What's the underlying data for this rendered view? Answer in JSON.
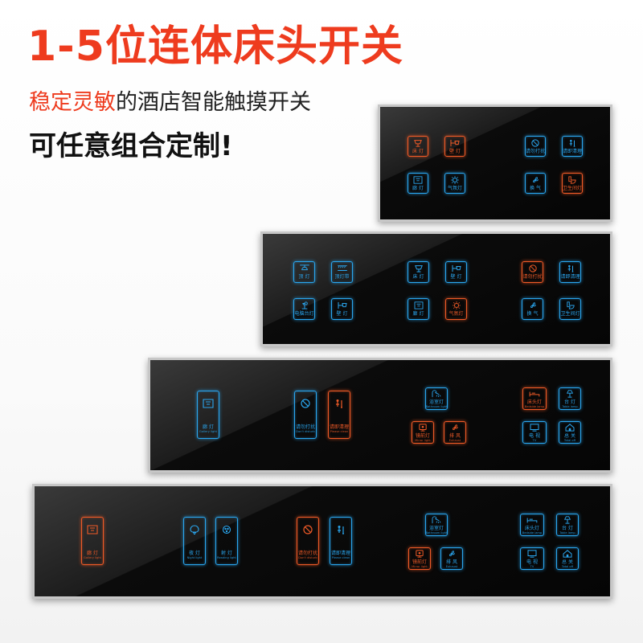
{
  "header": {
    "headline": "1-5位连体床头开关",
    "sub1_highlight": "稳定灵敏",
    "sub1_rest": "的酒店智能触摸开关",
    "sub2": "可任意组合定制!"
  },
  "colors": {
    "blue": "#2aa6ef",
    "orange": "#ef5a27",
    "headline": "#ee3b1e"
  },
  "panels": [
    {
      "name": "panel-1",
      "keys": [
        {
          "cn": "床 灯",
          "en": "",
          "color": "orange",
          "icon": "lamp-icon"
        },
        {
          "cn": "壁 灯",
          "en": "",
          "color": "orange",
          "icon": "wall-lamp-icon"
        },
        {
          "cn": "请勿打扰",
          "en": "",
          "color": "blue",
          "icon": "no-disturb-icon"
        },
        {
          "cn": "请即清理",
          "en": "",
          "color": "blue",
          "icon": "clean-icon"
        },
        {
          "cn": "廊 灯",
          "en": "",
          "color": "blue",
          "icon": "corridor-lamp-icon"
        },
        {
          "cn": "气氛灯",
          "en": "",
          "color": "blue",
          "icon": "ambient-lamp-icon"
        },
        {
          "cn": "换 气",
          "en": "",
          "color": "blue",
          "icon": "fan-icon"
        },
        {
          "cn": "卫生间灯",
          "en": "",
          "color": "orange",
          "icon": "toilet-icon"
        }
      ]
    },
    {
      "name": "panel-2",
      "keys": [
        {
          "cn": "顶 灯",
          "en": "",
          "color": "blue",
          "icon": "ceiling-lamp-icon"
        },
        {
          "cn": "顶灯带",
          "en": "",
          "color": "blue",
          "icon": "light-strip-icon"
        },
        {
          "cn": "床 灯",
          "en": "",
          "color": "blue",
          "icon": "lamp-icon"
        },
        {
          "cn": "壁 灯",
          "en": "",
          "color": "blue",
          "icon": "wall-lamp-icon"
        },
        {
          "cn": "请勿打扰",
          "en": "",
          "color": "orange",
          "icon": "no-disturb-icon"
        },
        {
          "cn": "请即清理",
          "en": "",
          "color": "blue",
          "icon": "clean-icon"
        },
        {
          "cn": "电脑台灯",
          "en": "",
          "color": "blue",
          "icon": "desk-lamp-icon"
        },
        {
          "cn": "壁 灯",
          "en": "",
          "color": "blue",
          "icon": "wall-lamp-icon"
        },
        {
          "cn": "廊 灯",
          "en": "",
          "color": "blue",
          "icon": "corridor-lamp-icon"
        },
        {
          "cn": "气氛灯",
          "en": "",
          "color": "orange",
          "icon": "ambient-lamp-icon"
        },
        {
          "cn": "换 气",
          "en": "",
          "color": "blue",
          "icon": "fan-icon"
        },
        {
          "cn": "卫生间灯",
          "en": "",
          "color": "blue",
          "icon": "toilet-icon"
        }
      ]
    },
    {
      "name": "panel-3",
      "keys": [
        {
          "cn": "廊 灯",
          "en": "Gallery light",
          "color": "blue",
          "icon": "corridor-lamp-icon"
        },
        {
          "cn": "请勿打扰",
          "en": "Don't disturb",
          "color": "blue",
          "icon": "no-disturb-icon"
        },
        {
          "cn": "请即清理",
          "en": "Please clean",
          "color": "orange",
          "icon": "clean-icon"
        },
        {
          "cn": "浴室灯",
          "en": "Bathroom light",
          "color": "blue",
          "icon": "shower-icon"
        },
        {
          "cn": "镜前灯",
          "en": "Mirror light",
          "color": "orange",
          "icon": "mirror-icon"
        },
        {
          "cn": "排 风",
          "en": "Exhaust",
          "color": "orange",
          "icon": "fan-icon"
        },
        {
          "cn": "床头灯",
          "en": "Bedside lamp",
          "color": "orange",
          "icon": "bed-icon"
        },
        {
          "cn": "台 灯",
          "en": "Table lamp",
          "color": "blue",
          "icon": "table-lamp-icon"
        },
        {
          "cn": "电 视",
          "en": "TV",
          "color": "blue",
          "icon": "tv-icon"
        },
        {
          "cn": "总 关",
          "en": "Total off",
          "color": "blue",
          "icon": "home-icon"
        }
      ]
    },
    {
      "name": "panel-4",
      "keys": [
        {
          "cn": "廊 灯",
          "en": "Gallery light",
          "color": "orange",
          "icon": "corridor-lamp-icon"
        },
        {
          "cn": "夜 灯",
          "en": "Night light",
          "color": "blue",
          "icon": "night-lamp-icon"
        },
        {
          "cn": "射 灯",
          "en": "Reading light",
          "color": "blue",
          "icon": "spot-lamp-icon"
        },
        {
          "cn": "请勿打扰",
          "en": "Don't disturb",
          "color": "orange",
          "icon": "no-disturb-icon"
        },
        {
          "cn": "请即清理",
          "en": "Please clean",
          "color": "blue",
          "icon": "clean-icon"
        },
        {
          "cn": "浴室灯",
          "en": "Bathroom light",
          "color": "blue",
          "icon": "shower-icon"
        },
        {
          "cn": "镜前灯",
          "en": "Mirror light",
          "color": "orange",
          "icon": "mirror-icon"
        },
        {
          "cn": "排 风",
          "en": "Exhaust",
          "color": "blue",
          "icon": "fan-icon"
        },
        {
          "cn": "床头灯",
          "en": "Bedside lamp",
          "color": "blue",
          "icon": "bed-icon"
        },
        {
          "cn": "台 灯",
          "en": "Table lamp",
          "color": "blue",
          "icon": "table-lamp-icon"
        },
        {
          "cn": "电 视",
          "en": "TV",
          "color": "blue",
          "icon": "tv-icon"
        },
        {
          "cn": "总 关",
          "en": "Total off",
          "color": "blue",
          "icon": "home-icon"
        }
      ]
    }
  ]
}
